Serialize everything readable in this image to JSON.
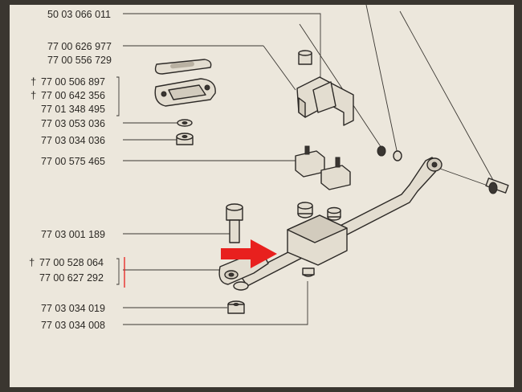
{
  "labels": {
    "p01": "50 03 066 011",
    "p02": "77 00 626 977",
    "p03": "77 00 556 729",
    "p04": "77 00 506 897",
    "p05": "77 00 642 356",
    "p06": "77 01 348 495",
    "p07": "77 03 053 036",
    "p08": "77 03 034 036",
    "p09": "77 00 575 465",
    "p10": "77 03 001 189",
    "p11": "77 00 528 064",
    "p12": "77 00 627 292",
    "p13": "77 03 034 019",
    "p14": "77 03 034 008"
  },
  "dagger": "†",
  "colors": {
    "page": "#ece7dc",
    "ink": "#2b2824",
    "highlight_arrow": "#e8201e",
    "highlight_bar": "#e8201e"
  }
}
